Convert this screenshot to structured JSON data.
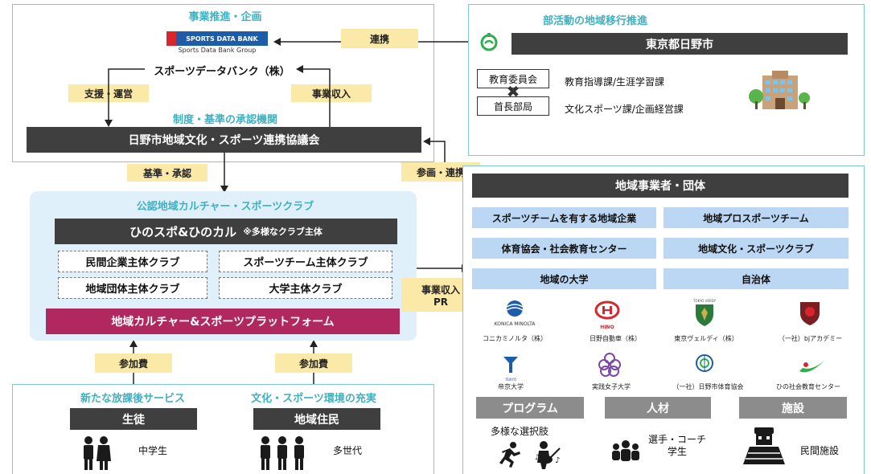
{
  "top_left": {
    "heading": "事業推進・企画",
    "logo_name": "SPORTS DATA BANK",
    "logo_group": "Sports Data Bank Group",
    "company": "スポーツデータバンク（株）",
    "support_tag": "支援・運営",
    "revenue_tag": "事業収入",
    "approval_heading": "制度・基準の承認機関",
    "council": "日野市地域文化・スポーツ連携協議会"
  },
  "link_tag": "連携",
  "top_right": {
    "heading": "部活動の地域移行推進",
    "city": "東京都日野市",
    "board": "教育委員会",
    "mayor": "首長部局",
    "board_dept": "教育指導課/生涯学習課",
    "mayor_dept": "文化スポーツ課/企画経営課"
  },
  "standard_tag": "基準・承認",
  "participate_tag": "参画・連携",
  "club": {
    "heading": "公認地域カルチャー・スポーツクラブ",
    "title": "ひのスポ&ひのカル",
    "title_note": "※多様なクラブ主体",
    "types": [
      "民間企業主体クラブ",
      "スポーツチーム主体クラブ",
      "地域団体主体クラブ",
      "大学主体クラブ"
    ],
    "platform": "地域カルチャー&スポーツプラットフォーム"
  },
  "pr_tag_line1": "事業収入",
  "pr_tag_line2": "PR",
  "fee_tag_left": "参加費",
  "fee_tag_right": "参加費",
  "bottom": {
    "left_heading": "新たな放課後サービス",
    "left_bar": "生徒",
    "left_label": "中学生",
    "right_heading": "文化・スポーツ環境の充実",
    "right_bar": "地域住民",
    "right_label": "多世代"
  },
  "right_panel": {
    "title": "地域事業者・団体",
    "cats": [
      "スポーツチームを有する地域企業",
      "地域プロスポーツチーム",
      "体育協会・社会教育センター",
      "地域文化・スポーツクラブ",
      "地域の大学",
      "自治体"
    ],
    "logo_texts": {
      "konica": "KONICA MINOLTA",
      "hino": "HINO",
      "verdy": "TOKYO VERDY",
      "teikyo": "TEIKYO"
    },
    "orgs": [
      "コニカミノルタ（株）",
      "日野自動車（株）",
      "東京ヴェルディ（株）",
      "（一社）bjアカデミー",
      "帝京大学",
      "実践女子大学",
      "（一社）日野市体育協会",
      "ひの社会教育センター"
    ],
    "bars": [
      "プログラム",
      "人材",
      "施設"
    ],
    "program": "多様な選択肢",
    "people_line1": "選手・コーチ",
    "people_line2": "学生",
    "facility": "民間施設"
  },
  "colors": {
    "teal": "#3fb0c0",
    "dark": "#3f3f3f",
    "tag": "#fbe9a8",
    "magenta": "#b1275f",
    "lightblue": "#bcd7f3",
    "club_bg": "#dff0fa",
    "grey": "#8c8c8c",
    "sdb_red": "#d9262e",
    "sdb_blue": "#1d5ca8",
    "green": "#2fae4e"
  }
}
